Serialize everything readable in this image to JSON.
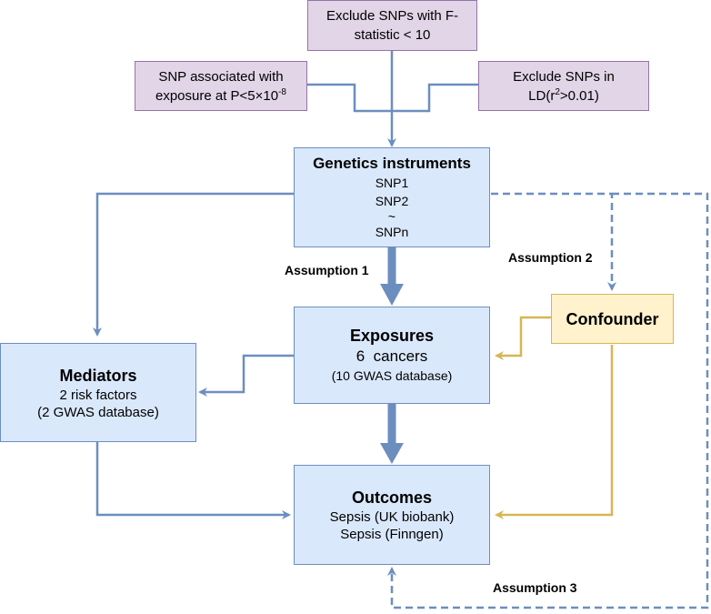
{
  "criteria": {
    "fstat": {
      "line1": "Exclude SNPs with F-",
      "line2": "statistic < 10"
    },
    "pvalue": {
      "line1": "SNP associated with",
      "line2_pre": "exposure at P<5×10",
      "line2_sup": "-8"
    },
    "ld": {
      "line1": "Exclude SNPs in",
      "line2_pre": "LD(r",
      "line2_sup": "2",
      "line2_post": ">0.01)"
    }
  },
  "instruments": {
    "title": "Genetics instruments",
    "items": [
      "SNP1",
      "SNP2",
      "~",
      "SNPn"
    ]
  },
  "exposures": {
    "title": "Exposures",
    "line1": "6  cancers",
    "line2": "(10 GWAS database)"
  },
  "mediators": {
    "title": "Mediators",
    "line1": "2 risk factors",
    "line2": "(2 GWAS database)"
  },
  "outcomes": {
    "title": "Outcomes",
    "line1": "Sepsis (UK biobank)",
    "line2": "Sepsis (Finngen)"
  },
  "confounder": {
    "title": "Confounder"
  },
  "assumptions": {
    "a1": "Assumption 1",
    "a2": "Assumption 2",
    "a3": "Assumption 3"
  },
  "colors": {
    "blue_line": "#6c8ebf",
    "gold_line": "#d6b656",
    "purple_fill": "#e1d5e7",
    "blue_fill": "#dae8fc",
    "yellow_fill": "#fff2cc"
  }
}
